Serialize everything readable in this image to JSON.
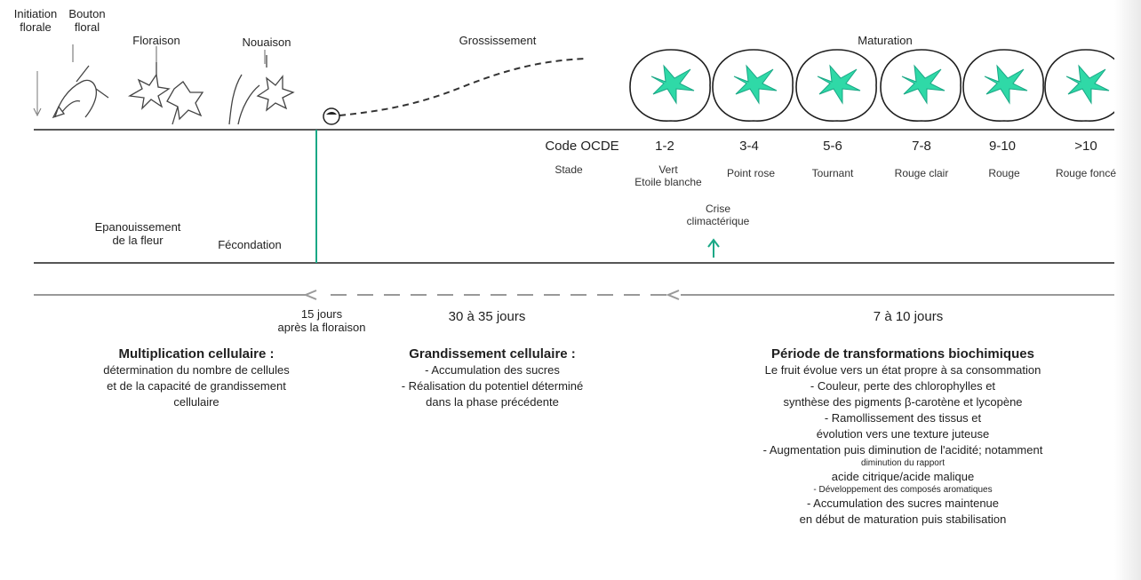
{
  "header_labels": {
    "initiation": [
      "Initiation",
      "florale"
    ],
    "bouton": [
      "Bouton",
      "floral"
    ],
    "floraison": "Floraison",
    "nouaison": "Nouaison",
    "grossissement": "Grossissement",
    "maturation": "Maturation"
  },
  "ocde": {
    "code_label": "Code OCDE",
    "stade_label": "Stade"
  },
  "stages": [
    {
      "code": "1-2",
      "name": [
        "Vert",
        "Etoile blanche"
      ]
    },
    {
      "code": "3-4",
      "name": [
        "Point rose"
      ]
    },
    {
      "code": "5-6",
      "name": [
        "Tournant"
      ]
    },
    {
      "code": "7-8",
      "name": [
        "Rouge clair"
      ]
    },
    {
      "code": "9-10",
      "name": [
        "Rouge"
      ]
    },
    {
      "code": ">10",
      "name": [
        "Rouge foncé"
      ]
    }
  ],
  "crise": [
    "Crise",
    "climactérique"
  ],
  "epanouissement": [
    "Epanouissement",
    "de la fleur"
  ],
  "fecondation": "Fécondation",
  "durations": {
    "d15": [
      "15 jours",
      "après la floraison"
    ],
    "d30": "30 à 35 jours",
    "d7": "7 à 10 jours"
  },
  "phases": [
    {
      "title": "Multiplication cellulaire :",
      "lines": [
        "détermination du nombre de cellules",
        "et de la capacité de grandissement",
        "cellulaire"
      ]
    },
    {
      "title": "Grandissement cellulaire :",
      "lines": [
        "- Accumulation des sucres",
        "- Réalisation du potentiel déterminé",
        "dans la phase précédente"
      ]
    },
    {
      "title": "Période de transformations biochimiques",
      "lines": [
        "Le fruit évolue vers un état  propre à sa consommation",
        "- Couleur, perte des chlorophylles et",
        "synthèse des pigments β-carotène et lycopène",
        "- Ramollissement des tissus et",
        "évolution vers une texture juteuse",
        "- Augmentation puis diminution de l'acidité; notamment",
        "diminution du rapport",
        "acide citrique/acide malique",
        "- Développement des composés aromatiques",
        "- Accumulation des sucres maintenue",
        "en début de maturation puis stabilisation"
      ]
    }
  ],
  "colors": {
    "accent": "#1aa886",
    "leaf": "#2fd9a7",
    "line": "#1f1f1f"
  }
}
